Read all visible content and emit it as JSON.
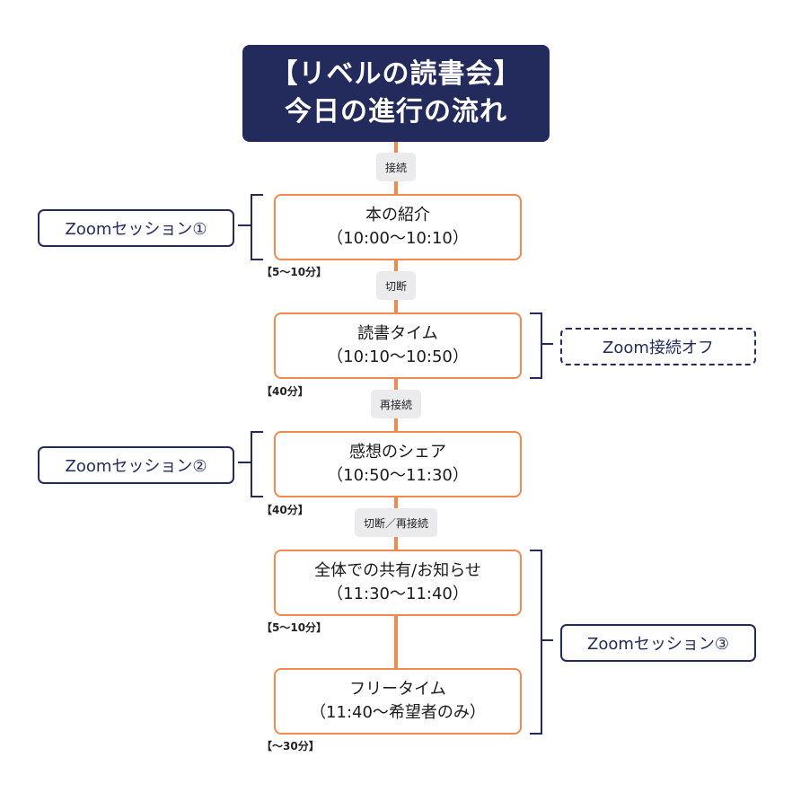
{
  "title": {
    "line1": "【リベルの読書会】",
    "line2": "今日の進行の流れ"
  },
  "connectors": {
    "c1": "接続",
    "c2": "切断",
    "c3": "再接続",
    "c4": "切断／再接続"
  },
  "steps": [
    {
      "name": "本の紹介",
      "time": "（10:00〜10:10）",
      "duration": "【5〜10分】"
    },
    {
      "name": "読書タイム",
      "time": "（10:10〜10:50）",
      "duration": "【40分】"
    },
    {
      "name": "感想のシェア",
      "time": "（10:50〜11:30）",
      "duration": "【40分】"
    },
    {
      "name": "全体での共有/お知らせ",
      "time": "（11:30〜11:40）",
      "duration": "【5〜10分】"
    },
    {
      "name": "フリータイム",
      "time": "（11:40〜希望者のみ）",
      "duration": "【〜30分】"
    }
  ],
  "sessions": {
    "s1": "Zoomセッション①",
    "off": "Zoom接続オフ",
    "s2": "Zoomセッション②",
    "s3": "Zoomセッション③"
  },
  "colors": {
    "navy": "#232a5c",
    "orange": "#f2894f",
    "chip": "#ebebed"
  }
}
